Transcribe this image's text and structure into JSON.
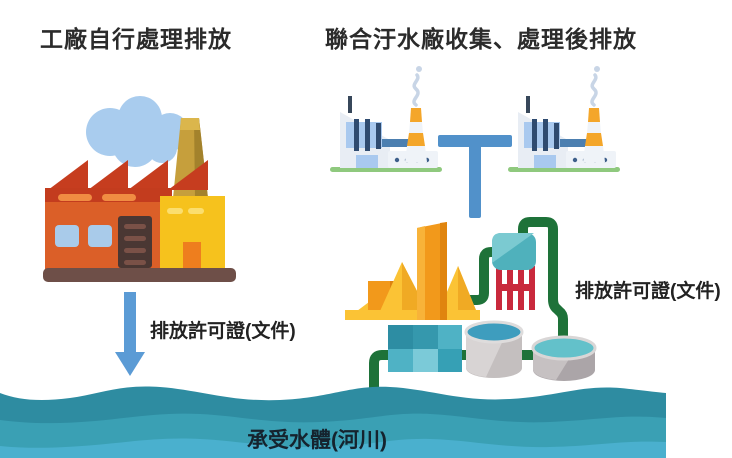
{
  "titles": {
    "left": "工廠自行處理排放",
    "right": "聯合汙水廠收集、處理後排放"
  },
  "labels": {
    "permit_left": "排放許可證(文件)",
    "permit_right": "排放許可證(文件)",
    "receiving_water": "承受水體(河川)"
  },
  "icons": {
    "factory_left": "factory-with-smoke-icon",
    "factories_right": "twin-sewage-factories-icon",
    "collector_pipe": "t-shaped-blue-pipe",
    "down_arrow": "down-arrow-icon",
    "treatment_plant": "treatment-plant-icon",
    "river": "river-waves-graphic"
  },
  "colors": {
    "arrow_blue": "#5B9BD5",
    "pipe_blue": "#5191CA",
    "pipe_green": "#1E7239",
    "tank_teal": "#4FB1BC",
    "legs_red": "#C9293C",
    "facility_orange": "#F2991B",
    "facility_gold": "#FBC335",
    "water_dark": "#2E8CA1",
    "water_mid": "#3AA0B4",
    "water_light": "#4AB0CE",
    "text": "#2B2B2B"
  }
}
